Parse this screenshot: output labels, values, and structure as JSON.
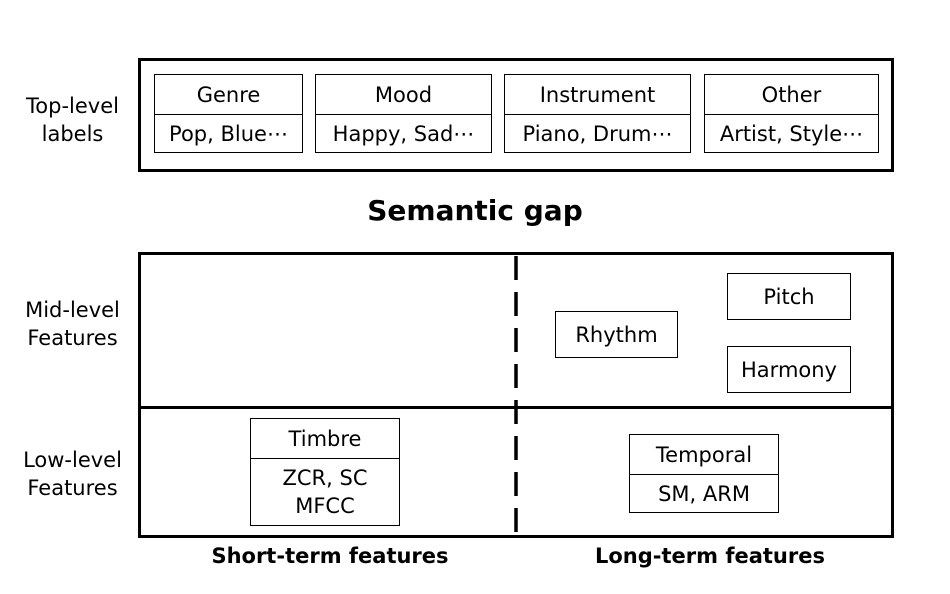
{
  "top": {
    "side_label_line1": "Top-level",
    "side_label_line2": "labels",
    "cards": [
      {
        "title": "Genre",
        "examples": "Pop, Blue⋯"
      },
      {
        "title": "Mood",
        "examples": "Happy, Sad⋯"
      },
      {
        "title": "Instrument",
        "examples": "Piano, Drum⋯"
      },
      {
        "title": "Other",
        "examples": "Artist, Style⋯"
      }
    ]
  },
  "gap_title": "Semantic gap",
  "mid": {
    "side_label_line1": "Mid-level",
    "side_label_line2": "Features",
    "rhythm": "Rhythm",
    "pitch": "Pitch",
    "harmony": "Harmony"
  },
  "low": {
    "side_label_line1": "Low-level",
    "side_label_line2": "Features",
    "timbre": {
      "title": "Timbre",
      "line1": "ZCR, SC",
      "line2": "MFCC"
    },
    "temporal": {
      "title": "Temporal",
      "examples": "SM, ARM"
    }
  },
  "axis": {
    "short_term": "Short-term features",
    "long_term": "Long-term features"
  }
}
